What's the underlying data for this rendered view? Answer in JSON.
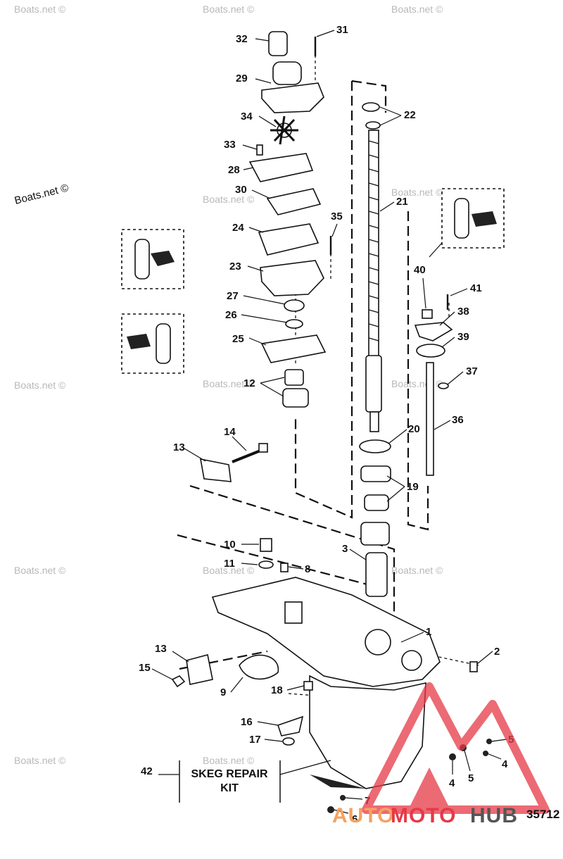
{
  "watermark": "Boats.net ©",
  "figure_number": "35712",
  "repair_kit": {
    "line1": "SKEG REPAIR",
    "line2": "KIT"
  },
  "brand": {
    "part1": "AUTO",
    "part2": "MOTO",
    "part3": "HUB",
    "color_orange": "#f4a261",
    "color_red": "#e63946",
    "color_gray": "#555555"
  },
  "callouts": {
    "c32": "32",
    "c31": "31",
    "c29": "29",
    "c22": "22",
    "c34": "34",
    "c33": "33",
    "c28": "28",
    "c21": "21",
    "c30": "30",
    "c35": "35",
    "c24": "24",
    "c40": "40",
    "c23": "23",
    "c41": "41",
    "c27": "27",
    "c38": "38",
    "c26": "26",
    "c39": "39",
    "c25": "25",
    "c37": "37",
    "c12": "12",
    "c20": "20",
    "c36": "36",
    "c14": "14",
    "c13a": "13",
    "c19": "19",
    "c10": "10",
    "c3": "3",
    "c11": "11",
    "c8": "8",
    "c1": "1",
    "c2": "2",
    "c13b": "13",
    "c15": "15",
    "c9": "9",
    "c18": "18",
    "c16": "16",
    "c17": "17",
    "c5a": "5",
    "c4a": "4",
    "c42": "42",
    "c4b": "4",
    "c5b": "5",
    "c7": "7",
    "c6": "6"
  }
}
